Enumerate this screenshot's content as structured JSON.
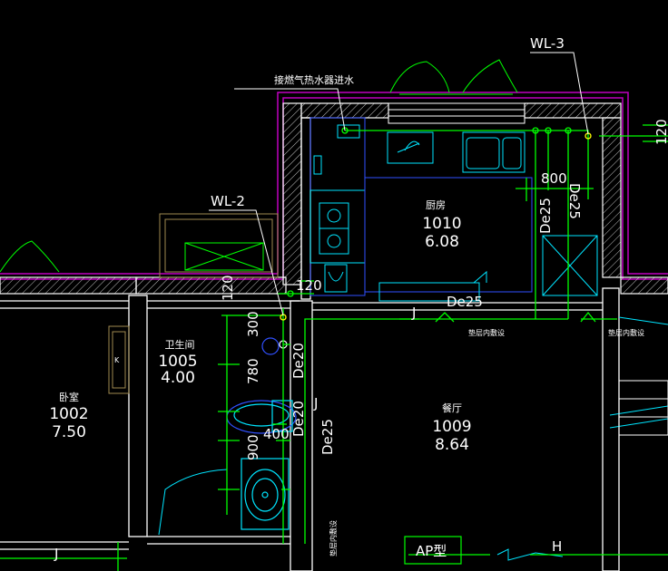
{
  "labels": {
    "wl3": "WL-3",
    "wl2": "WL-2",
    "gas_heater_inlet": "接燃气热水器进水",
    "dim_120_top": "120",
    "dim_800": "800",
    "de25_kitchen_a": "De25",
    "de25_kitchen_b": "De25",
    "dim_120_mid": "120",
    "dim_120_vert": "120",
    "de25_corridor": "De25",
    "pipe_j_kitchen": "J",
    "floor_laying_1": "垫层内敷设",
    "floor_laying_2": "垫层内敷设",
    "dim_300": "300",
    "dim_780": "780",
    "dim_400": "400",
    "dim_900": "900",
    "de20_a": "De20",
    "de20_b": "De20",
    "de25_vert": "De25",
    "pipe_j_mid": "J",
    "pipe_j_bottom": "J",
    "pipe_h_bottom": "H",
    "ap_type": "AP型",
    "side_note": "垫层内敷设"
  },
  "rooms": {
    "kitchen": {
      "name": "厨房",
      "id": "1010",
      "area": "6.08"
    },
    "bathroom": {
      "name": "卫生间",
      "id": "1005",
      "area": "4.00"
    },
    "bedroom": {
      "name": "卧室",
      "id": "1002",
      "area": "7.50"
    },
    "dining": {
      "name": "餐厅",
      "id": "1009",
      "area": "8.64"
    }
  },
  "colors": {
    "background": "#000000",
    "wall": "#ffffff",
    "hatch": "#d9d9d9",
    "purple": "#c000c0",
    "green": "#00ff00",
    "cyan": "#00e5ff",
    "blue": "#3050ff",
    "yellow": "#ffff00",
    "tan": "#a08a50"
  }
}
